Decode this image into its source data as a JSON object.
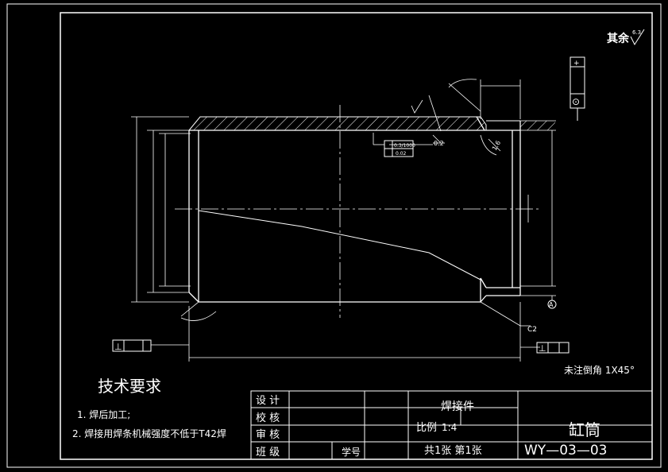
{
  "roughness_note": {
    "prefix": "其余",
    "value": "6.3"
  },
  "chamfer_note": "未注倒角 1X45°",
  "tech_requirements": {
    "title": "技术要求",
    "items": [
      "1. 焊后加工;",
      "2. 焊接用焊条机械强度不低于T42焊"
    ]
  },
  "feature_frame": {
    "row1": "0.3/1000",
    "row2": "0.02"
  },
  "annotations": {
    "chamfer_right": "C2",
    "chamfer_right_small": "0.2",
    "datum": "A",
    "roughness_right": "1.6"
  },
  "datum_symbol": "⊥",
  "right_box_marks": [
    "+",
    "⊙"
  ],
  "title_block": {
    "labels": [
      "设 计",
      "校 核",
      "审 核",
      "班 级"
    ],
    "student_no_label": "学号",
    "drawing_type": "焊接件",
    "scale_label": "比例",
    "scale_value": "1:4",
    "sheet_info": "共1张 第1张",
    "part_name": "缸筒",
    "drawing_no": "WY—03—03"
  }
}
